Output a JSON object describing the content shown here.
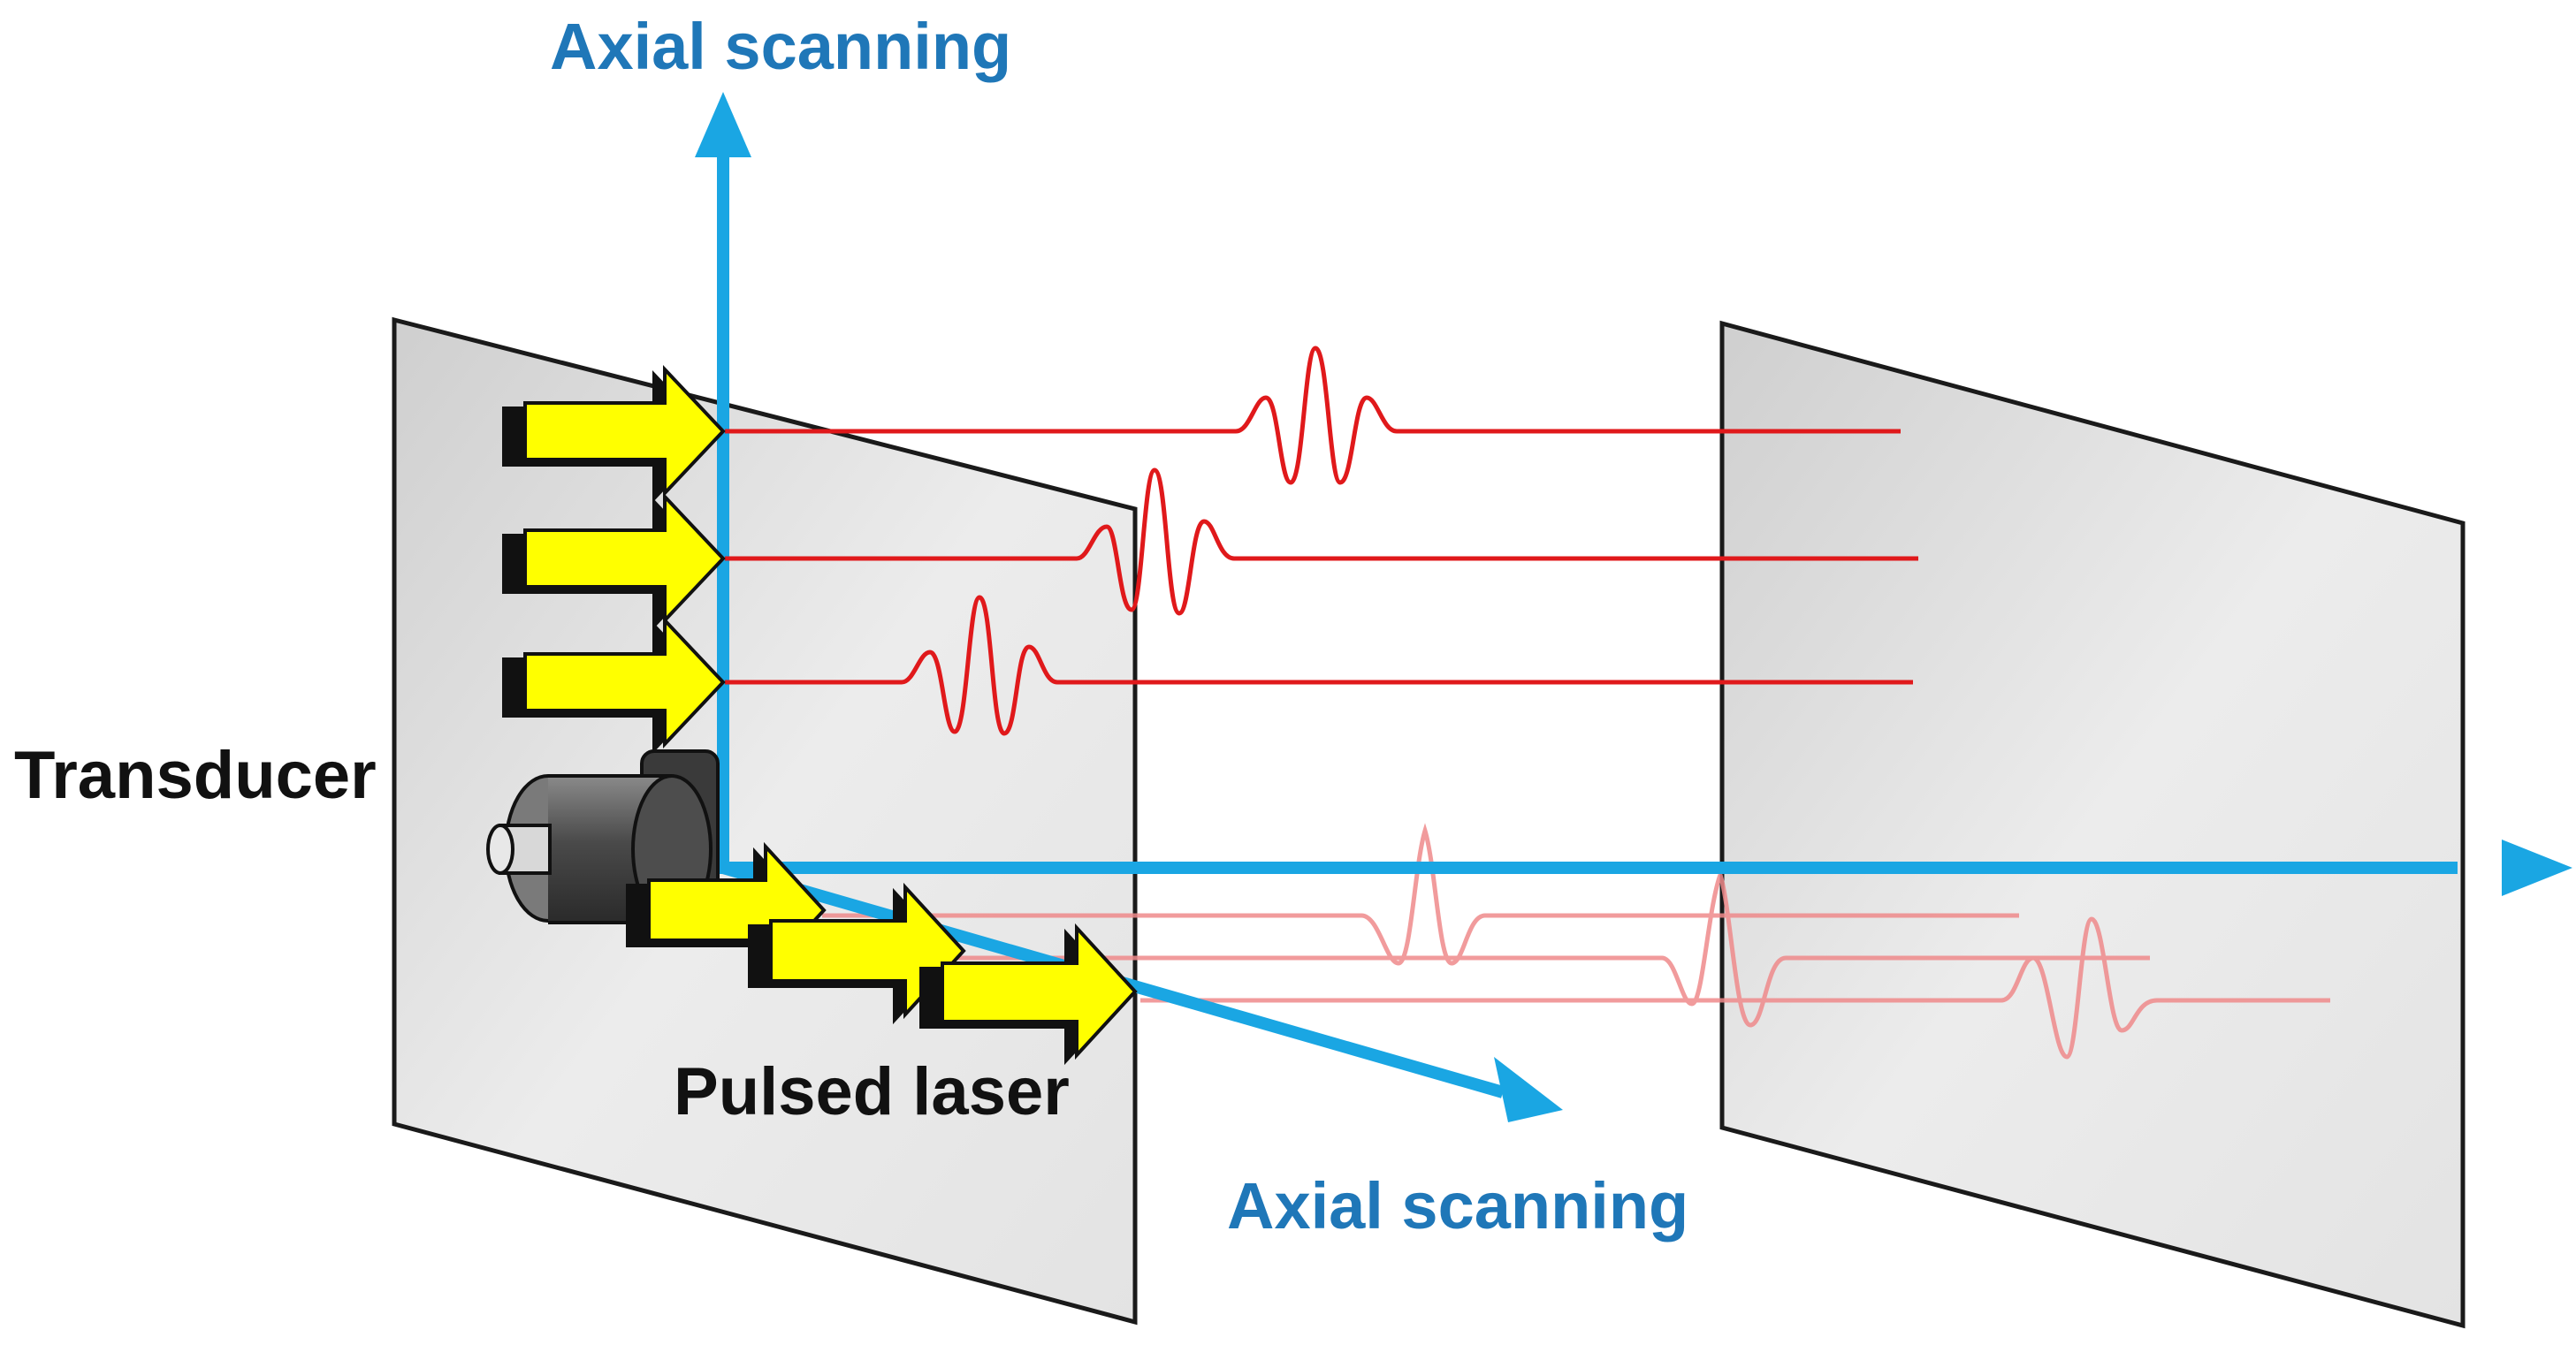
{
  "labels": {
    "axial_top": "Axial scanning",
    "axial_bottom": "Axial scanning",
    "transducer": "Transducer",
    "pulsed_laser": "Pulsed laser"
  },
  "colors": {
    "axis_blue": "#1aa6e3",
    "label_blue": "#1f77b8",
    "pulse_red": "#e0191b",
    "pulse_red_faded": "#ef7f80",
    "laser_yellow": "#ffff00",
    "plane_gray": "#e6e6e6",
    "transducer_gray": "#555555"
  },
  "icons": {
    "transducer": "transducer-icon",
    "laser_arrow": "arrow-right-icon"
  }
}
